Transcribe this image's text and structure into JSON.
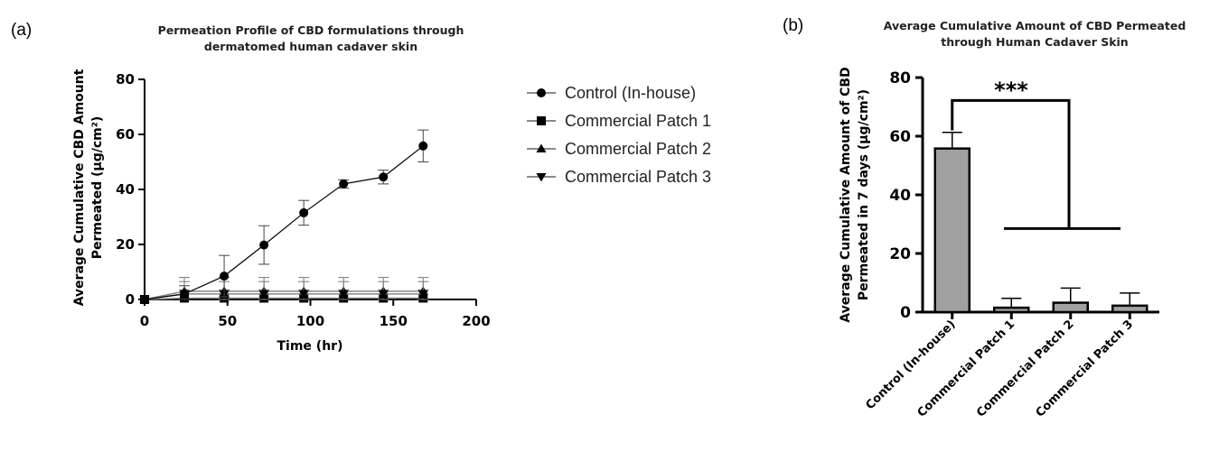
{
  "panel_a": {
    "label": "(a)",
    "title_line1": "Permeation Profile of CBD formulations through",
    "title_line2": "dermatomed human cadaver skin",
    "ylabel_line1": "Average Cumulative CBD Amount",
    "ylabel_line2": "Permeated (µg/cm²)",
    "xlabel": "Time (hr)"
  },
  "panel_b": {
    "label": "(b)",
    "title_line1": "Average Cumulative Amount of CBD Permeated",
    "title_line2": "through Human Cadaver Skin",
    "ylabel_line1": "Average Cumulative Amount of CBD",
    "ylabel_line2": "Permeated in 7 days (µg/cm²)",
    "significance": "***"
  },
  "colors": {
    "line": "#000000",
    "flat_lines": "#888888",
    "bar_fill": "#a0a0a0",
    "bar_stroke": "#000000"
  },
  "chart_data": [
    {
      "type": "line",
      "title": "Permeation Profile of CBD formulations through dermatomed human cadaver skin",
      "xlabel": "Time (hr)",
      "ylabel": "Average Cumulative CBD Amount Permeated (µg/cm²)",
      "xlim": [
        0,
        200
      ],
      "ylim": [
        0,
        80
      ],
      "xticks": [
        0,
        50,
        100,
        150,
        200
      ],
      "yticks": [
        0,
        20,
        40,
        60,
        80
      ],
      "legend_position": "right",
      "grid": false,
      "series": [
        {
          "name": "Control (In-house)",
          "marker": "circle",
          "x": [
            0,
            24,
            48,
            72,
            96,
            120,
            144,
            168
          ],
          "y": [
            0,
            2,
            8.5,
            19.8,
            31.5,
            42,
            44.5,
            55.8
          ],
          "err": [
            0,
            3,
            7.5,
            7,
            4.5,
            1.5,
            2.5,
            5.8
          ]
        },
        {
          "name": "Commercial Patch 1",
          "marker": "square",
          "x": [
            0,
            24,
            48,
            72,
            96,
            120,
            144,
            168
          ],
          "y": [
            0,
            0.5,
            0.5,
            0.5,
            0.5,
            0.5,
            0.5,
            0.5
          ],
          "err": [
            0,
            3,
            3,
            3,
            3,
            3,
            3,
            3
          ]
        },
        {
          "name": "Commercial Patch 2",
          "marker": "triangle-up",
          "x": [
            0,
            24,
            48,
            72,
            96,
            120,
            144,
            168
          ],
          "y": [
            0,
            3,
            3,
            3,
            3,
            3,
            3,
            3
          ],
          "err": [
            0,
            5,
            5,
            5,
            5,
            5,
            5,
            5
          ]
        },
        {
          "name": "Commercial Patch 3",
          "marker": "triangle-down",
          "x": [
            0,
            24,
            48,
            72,
            96,
            120,
            144,
            168
          ],
          "y": [
            0,
            2,
            2,
            2,
            2,
            2,
            2,
            2
          ],
          "err": [
            0,
            4.5,
            4.5,
            4.5,
            4.5,
            4.5,
            4.5,
            4.5
          ]
        }
      ]
    },
    {
      "type": "bar",
      "title": "Average Cumulative Amount of CBD Permeated through Human Cadaver Skin",
      "ylabel": "Average Cumulative Amount of CBD Permeated in 7 days (µg/cm²)",
      "categories": [
        "Control (In-house)",
        "Commercial Patch 1",
        "Commercial Patch 2",
        "Commercial Patch 3"
      ],
      "values": [
        55.8,
        1.5,
        3.2,
        2.2
      ],
      "err": [
        5.5,
        3.2,
        5,
        4.3
      ],
      "ylim": [
        0,
        80
      ],
      "yticks": [
        0,
        20,
        40,
        60,
        80
      ],
      "annotation": "***"
    }
  ]
}
